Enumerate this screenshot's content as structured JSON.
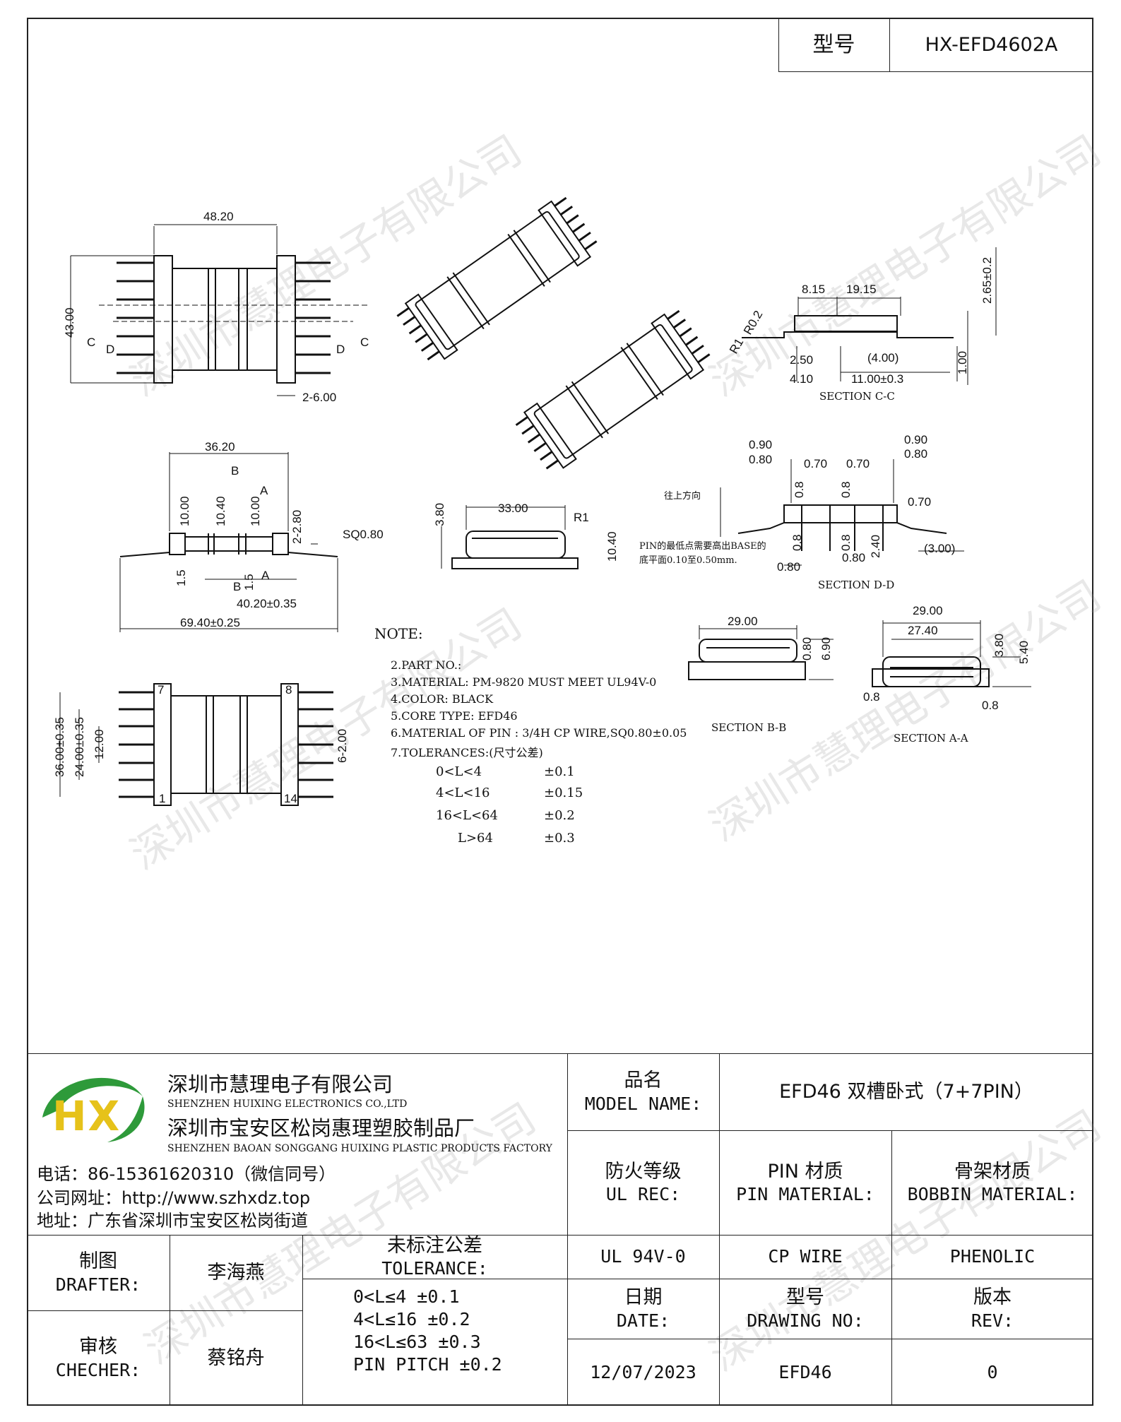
{
  "header": {
    "model_label": "型号",
    "model_value": "HX-EFD4602A"
  },
  "watermark": "深圳市慧理电子有限公司",
  "drawing": {
    "dims_top": [
      "48.20",
      "43.00",
      "2-6.00",
      "C",
      "D"
    ],
    "dims_front": [
      "36.20",
      "10.00",
      "10.40",
      "10.00",
      "2-2.80",
      "SQ0.80",
      "40.20±0.35",
      "69.40±0.25",
      "B",
      "A",
      "1.5"
    ],
    "dims_bottom": [
      "36.00±0.35",
      "24.00±0.35",
      "12.00",
      "6-2.00",
      "7",
      "1",
      "8",
      "14"
    ],
    "dims_side": [
      "33.00",
      "3.80",
      "10.40",
      "R1"
    ],
    "section_cc": {
      "title": "SECTION C-C",
      "dims": [
        "8.15",
        "19.15",
        "2.65±0.2",
        "2.50",
        "4.10",
        "11.00±0.3",
        "(4.00)",
        "1.00",
        "R1",
        "R0.2"
      ]
    },
    "section_dd": {
      "title": "SECTION D-D",
      "dims": [
        "0.90",
        "0.80",
        "0.70",
        "0.70",
        "0.90",
        "0.80",
        "0.8",
        "0.8",
        "0.70",
        "0.8",
        "0.8",
        "2.40",
        "0.80",
        "(3.00)",
        "0.80"
      ],
      "note_top": "往上方向",
      "note_bottom1": "PIN的最低点需要高出BASE的",
      "note_bottom2": "底平面0.10至0.50mm."
    },
    "section_bb": {
      "title": "SECTION B-B",
      "dims": [
        "29.00",
        "0.80",
        "6.90"
      ]
    },
    "section_aa": {
      "title": "SECTION A-A",
      "dims": [
        "29.00",
        "27.40",
        "3.80",
        "5.40",
        "0.8",
        "0.8"
      ]
    }
  },
  "notes": {
    "title": "NOTE:",
    "items": [
      "2.PART NO.:",
      "3.MATERIAL: PM-9820 MUST MEET UL94V-0",
      "4.COLOR:  BLACK",
      "5.CORE TYPE: EFD46",
      "6.MATERIAL OF PIN : 3/4H CP WIRE,SQ0.80±0.05",
      "7.TOLERANCES:(尺寸公差)"
    ],
    "tol_ranges": [
      "0<L<4",
      "4<L<16",
      "16<L<64",
      "L>64"
    ],
    "tol_values": [
      "±0.1",
      "±0.15",
      "±0.2",
      "±0.3"
    ]
  },
  "titleblock": {
    "company_cn": "深圳市慧理电子有限公司",
    "company_en": "SHENZHEN HUIXING ELECTRONICS CO.,LTD",
    "factory_cn": "深圳市宝安区松岗惠理塑胶制品厂",
    "factory_en": "SHENZHEN BAOAN SONGGANG HUIXING PLASTIC PRODUCTS FACTORY",
    "phone": "电话：86-15361620310（微信同号）",
    "website": "公司网址：http://www.szhxdz.top",
    "address": "地址：广东省深圳市宝安区松岗街道",
    "model_name_label_cn": "品名",
    "model_name_label_en": "MODEL NAME:",
    "model_name_value": "EFD46 双槽卧式（7+7PIN）",
    "ul_label_cn": "防火等级",
    "ul_label_en": "UL REC:",
    "pin_label_cn": "PIN 材质",
    "pin_label_en": "PIN MATERIAL:",
    "bobbin_label_cn": "骨架材质",
    "bobbin_label_en": "BOBBIN MATERIAL:",
    "ul_value": "UL 94V-0",
    "pin_value": "CP WIRE",
    "bobbin_value": "PHENOLIC",
    "drafter_label_cn": "制图",
    "drafter_label_en": "DRAFTER:",
    "drafter_value": "李海燕",
    "checker_label_cn": "审核",
    "checker_label_en": "CHECHER:",
    "checker_value": "蔡铭舟",
    "tol_label_cn": "未标注公差",
    "tol_label_en": "TOLERANCE:",
    "tol_lines": [
      "0<L≤4  ±0.1",
      "4<L≤16 ±0.2",
      "16<L≤63 ±0.3",
      "PIN PITCH ±0.2"
    ],
    "date_label_cn": "日期",
    "date_label_en": "DATE:",
    "date_value": "12/07/2023",
    "drawing_no_label_cn": "型号",
    "drawing_no_label_en": "DRAWING NO:",
    "drawing_no_value": "EFD46",
    "rev_label_cn": "版本",
    "rev_label_en": "REV:",
    "rev_value": "0",
    "logo_text": "HX",
    "colors": {
      "logo_green": "#2e9a3a",
      "logo_yellow": "#e6c21a"
    }
  }
}
